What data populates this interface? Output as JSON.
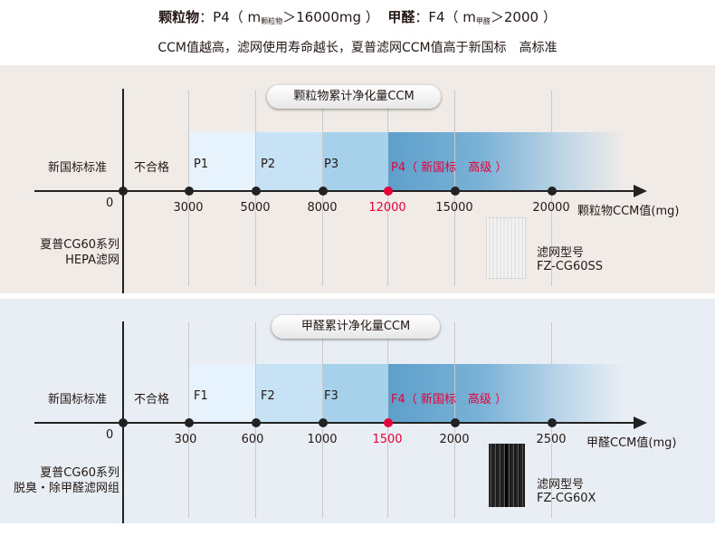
{
  "header": {
    "pm_label": "颗粒物",
    "pm_level": "：P4（ m",
    "pm_sub": "颗粒物",
    "pm_value": "＞16000mg ）",
    "hcho_label": "甲醛",
    "hcho_level": "：F4（ m",
    "hcho_sub": "甲醛",
    "hcho_value": "＞2000 ）",
    "line2": "CCM值越高，滤网使用寿命越长，夏普滤网CCM值高于新国标　高标准"
  },
  "pm_panel": {
    "title": "颗粒物累计净化量CCM",
    "row_label": "新国标标准",
    "zones": [
      "不合格",
      "P1",
      "P2",
      "P3",
      "P4（ 新国标　高级 ）"
    ],
    "origin": "0",
    "ticks": [
      "3000",
      "5000",
      "8000",
      "12000",
      "15000",
      "20000"
    ],
    "axis_label": "颗粒物CCM值(mg)",
    "product_line1": "夏普CG60系列",
    "product_line2": "HEPA滤网",
    "model_label": "滤网型号",
    "model": "FZ-CG60SS"
  },
  "hcho_panel": {
    "title": "甲醛累计净化量CCM",
    "row_label": "新国标标准",
    "zones": [
      "不合格",
      "F1",
      "F2",
      "F3",
      "F4（ 新国标　高级 ）"
    ],
    "origin": "0",
    "ticks": [
      "300",
      "600",
      "1000",
      "1500",
      "2000",
      "2500"
    ],
    "axis_label": "甲醛CCM值(mg)",
    "product_line1": "夏普CG60系列",
    "product_line2": "脱臭・除甲醛滤网组",
    "model_label": "滤网型号",
    "model": "FZ-CG60X"
  },
  "colors": {
    "highlight": "#e50039",
    "pm_panel_bg": "#f0ebe7",
    "hcho_panel_bg": "#e9eef4"
  }
}
